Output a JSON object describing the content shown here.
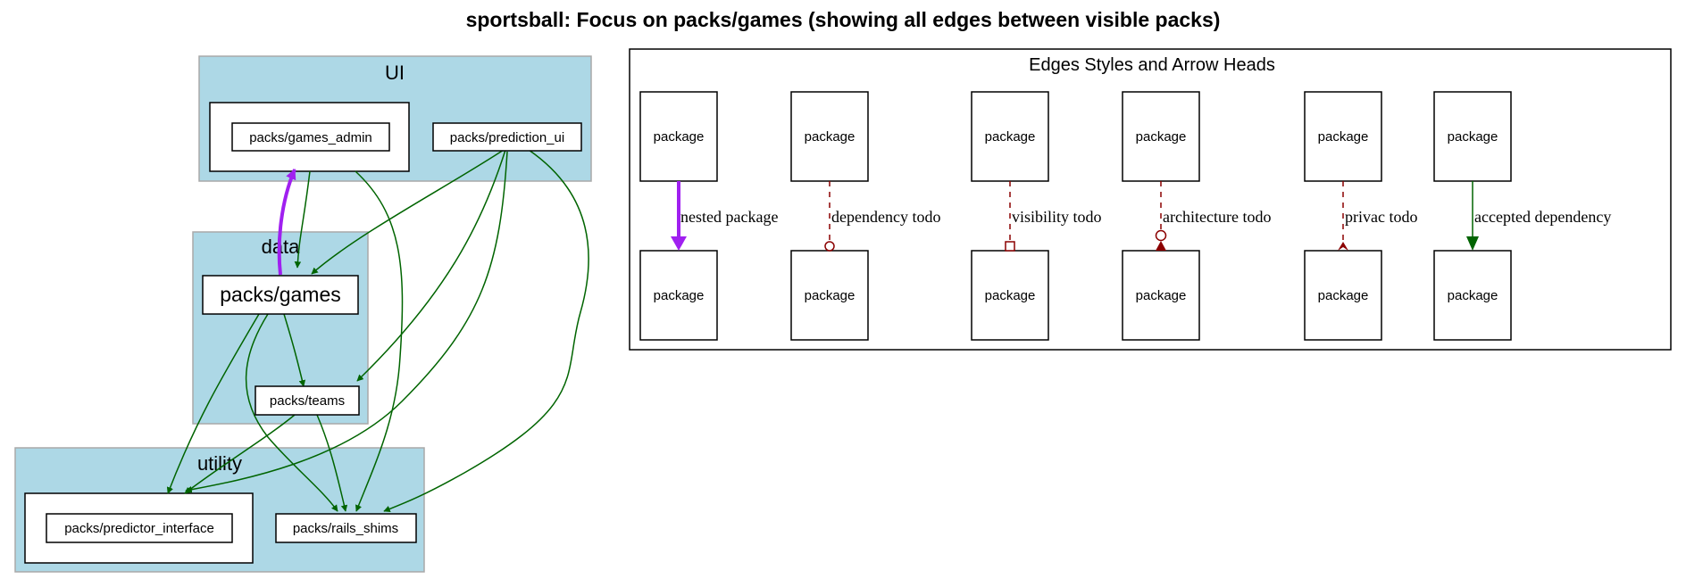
{
  "title": "sportsball: Focus on packs/games (showing all edges between visible packs)",
  "clusters": {
    "ui": "UI",
    "data": "data",
    "utility": "utility"
  },
  "packs": {
    "games_admin": "packs/games_admin",
    "prediction_ui": "packs/prediction_ui",
    "games": "packs/games",
    "teams": "packs/teams",
    "predictor_interface": "packs/predictor_interface",
    "rails_shims": "packs/rails_shims"
  },
  "legend": {
    "title": "Edges Styles and Arrow Heads",
    "node_label": "package",
    "edges": [
      {
        "label": "nested package",
        "color": "#a020f0",
        "style": "bold",
        "head": "normal"
      },
      {
        "label": "dependency todo",
        "color": "#8b0000",
        "style": "dashed",
        "head": "odot"
      },
      {
        "label": "visibility todo",
        "color": "#8b0000",
        "style": "dashed",
        "head": "obox"
      },
      {
        "label": "architecture todo",
        "color": "#8b0000",
        "style": "dashed",
        "head": "invodot"
      },
      {
        "label": "privac todo",
        "color": "#8b0000",
        "style": "dashed",
        "head": "crow"
      },
      {
        "label": "accepted dependency",
        "color": "#006400",
        "style": "solid",
        "head": "normal"
      }
    ]
  },
  "colors": {
    "cluster_fill": "#add8e6",
    "cluster_border": "#a9a9a9",
    "accepted": "#006400",
    "nested": "#a020f0",
    "todo": "#8b0000"
  }
}
